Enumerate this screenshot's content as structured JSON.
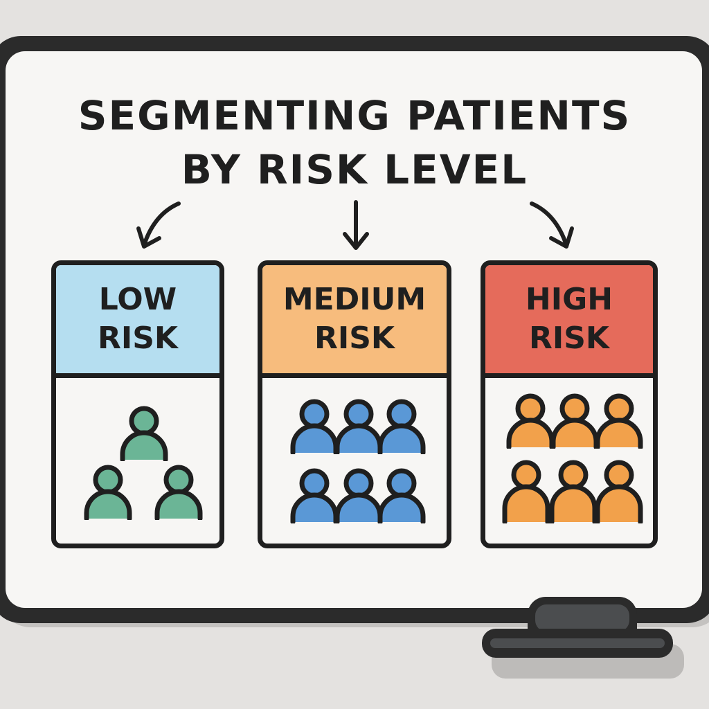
{
  "title": {
    "line1": "SEGMENTING PATIENTS",
    "line2": "BY RISK LEVEL"
  },
  "segments": [
    {
      "id": "low",
      "line1": "LOW",
      "line2": "RISK",
      "header_color": "#b5def0",
      "person_color": "#6bb596",
      "person_count": 3
    },
    {
      "id": "medium",
      "line1": "MEDIUM",
      "line2": "RISK",
      "header_color": "#f7bc7d",
      "person_color": "#5a98d6",
      "person_count": 6
    },
    {
      "id": "high",
      "line1": "HIGH",
      "line2": "RISK",
      "header_color": "#e56b5b",
      "person_color": "#f2a14b",
      "person_count": 6
    }
  ],
  "icons": {
    "arrow": "curved-arrow-icon",
    "person": "person-icon"
  },
  "colors": {
    "ink": "#1f1f1f",
    "board_frame": "#2b2b2b",
    "board_surface": "#f7f6f4",
    "background": "#e4e2e0"
  }
}
